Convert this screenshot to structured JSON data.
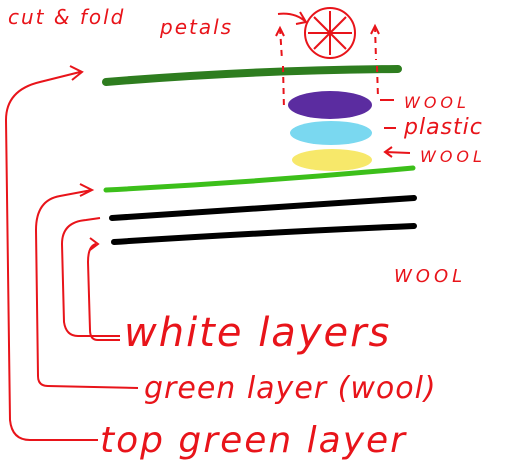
{
  "labels": {
    "cut_fold": "cut & fold",
    "petals": "petals",
    "wool_top": "WOOL",
    "plastic": "plastic",
    "wool_bottom": "WOOL",
    "wool_extra": "WOOL",
    "white_layers": "white layers",
    "green_layer": "green layer (wool)",
    "top_green_layer": "top green layer"
  },
  "colors": {
    "ink": "#e8141a",
    "dark_green": "#2e7d1f",
    "light_green": "#3cbf1a",
    "black": "#000000",
    "purple": "#5b2ca0",
    "cyan": "#7ad8f0",
    "yellow": "#f7e86a"
  }
}
